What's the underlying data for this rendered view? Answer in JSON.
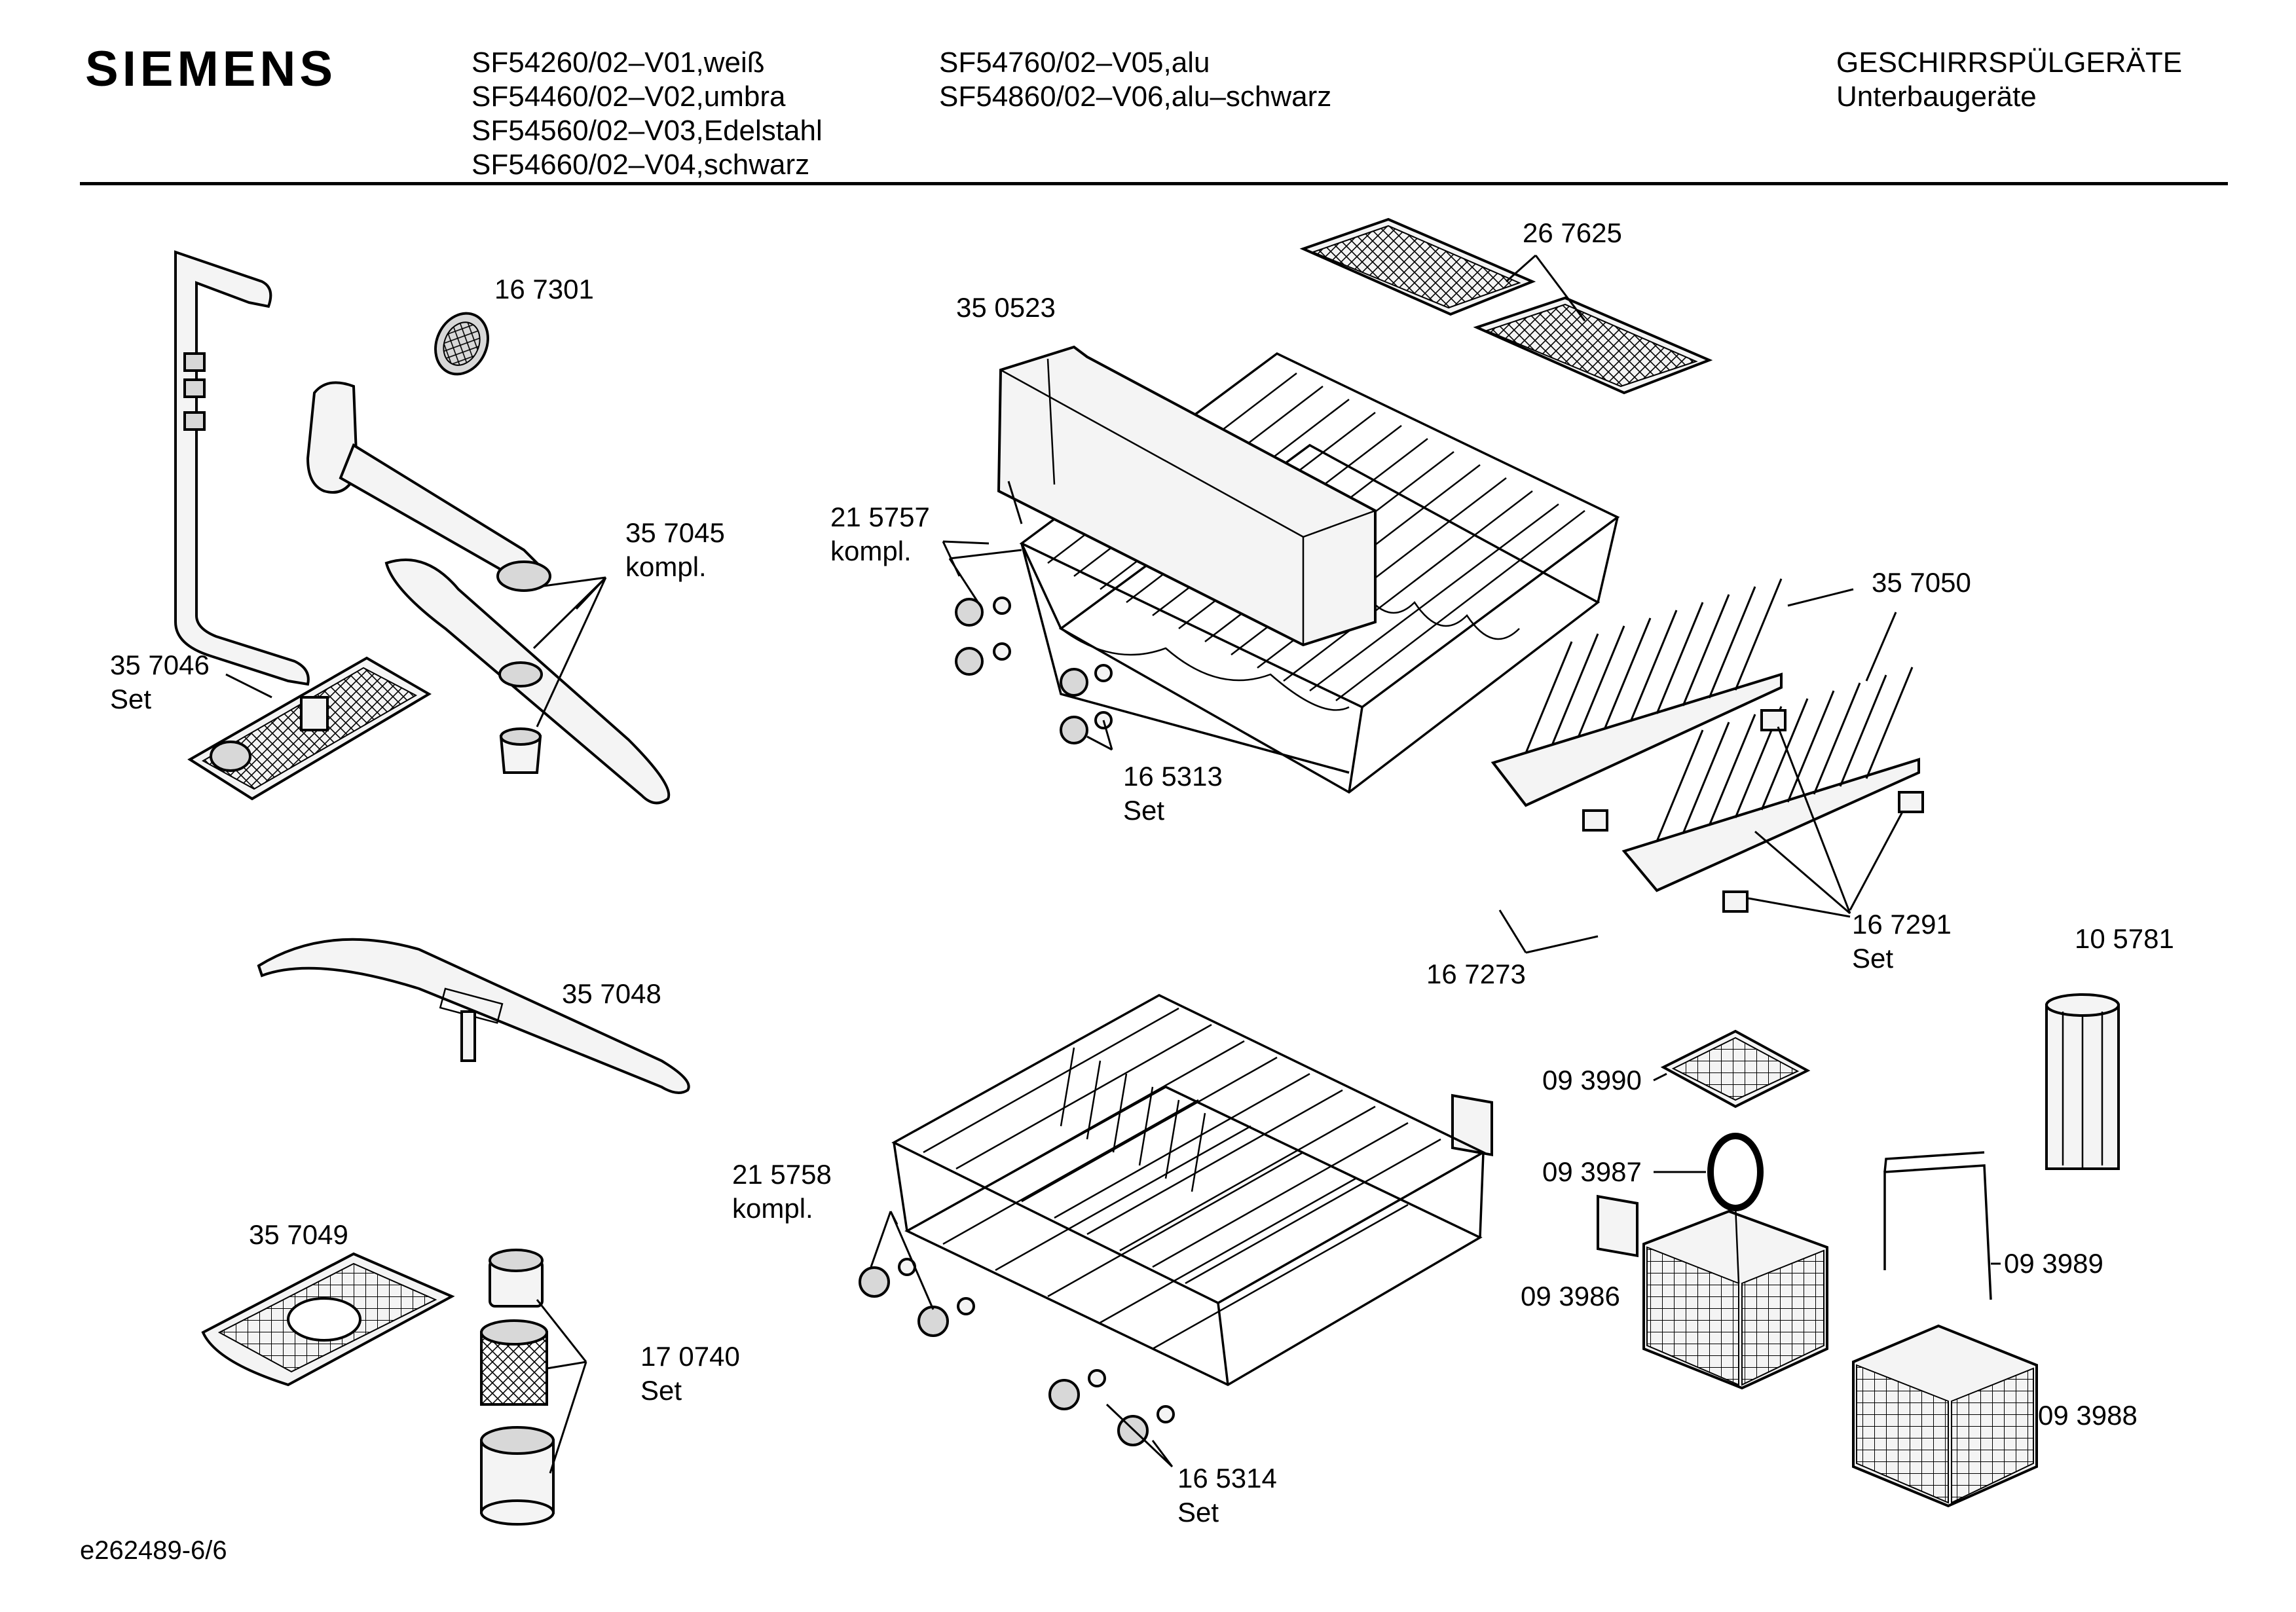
{
  "header": {
    "brand": "SIEMENS",
    "models_col1": [
      "SF54260/02–V01,weiß",
      "SF54460/02–V02,umbra",
      "SF54560/02–V03,Edelstahl",
      "SF54660/02–V04,schwarz"
    ],
    "models_col2": [
      "SF54760/02–V05,alu",
      "SF54860/02–V06,alu–schwarz"
    ],
    "category": "GESCHIRRSPÜLGERÄTE",
    "subcategory": "Unterbaugeräte"
  },
  "parts": [
    {
      "id": "167301",
      "number": "16 7301"
    },
    {
      "id": "357045",
      "number": "35 7045",
      "note": "kompl."
    },
    {
      "id": "357046",
      "number": "35 7046",
      "note": "Set"
    },
    {
      "id": "350523",
      "number": "35 0523"
    },
    {
      "id": "267625",
      "number": "26 7625"
    },
    {
      "id": "215757",
      "number": "21 5757",
      "note": "kompl."
    },
    {
      "id": "165313",
      "number": "16 5313",
      "note": "Set"
    },
    {
      "id": "357050",
      "number": "35 7050"
    },
    {
      "id": "167273",
      "number": "16 7273"
    },
    {
      "id": "167291",
      "number": "16 7291",
      "note": "Set"
    },
    {
      "id": "105781",
      "number": "10 5781"
    },
    {
      "id": "357048",
      "number": "35 7048"
    },
    {
      "id": "357049",
      "number": "35 7049"
    },
    {
      "id": "170740",
      "number": "17 0740",
      "note": "Set"
    },
    {
      "id": "215758",
      "number": "21 5758",
      "note": "kompl."
    },
    {
      "id": "165314",
      "number": "16 5314",
      "note": "Set"
    },
    {
      "id": "093990",
      "number": "09 3990"
    },
    {
      "id": "093987",
      "number": "09 3987"
    },
    {
      "id": "093986",
      "number": "09 3986"
    },
    {
      "id": "093989",
      "number": "09 3989"
    },
    {
      "id": "093988",
      "number": "09 3988"
    }
  ],
  "footer": {
    "drawing_id": "e262489-6/6"
  }
}
